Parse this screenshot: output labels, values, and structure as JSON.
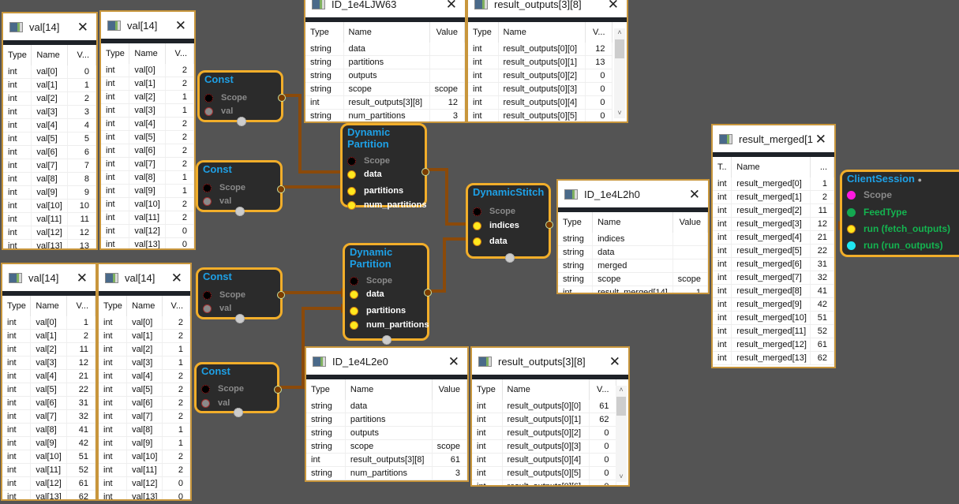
{
  "panels": {
    "val_a": {
      "title": "val[14]",
      "headers": [
        "Type",
        "Name",
        "V..."
      ],
      "rows": [
        [
          "int",
          "val[0]",
          "0"
        ],
        [
          "int",
          "val[1]",
          "1"
        ],
        [
          "int",
          "val[2]",
          "2"
        ],
        [
          "int",
          "val[3]",
          "3"
        ],
        [
          "int",
          "val[4]",
          "4"
        ],
        [
          "int",
          "val[5]",
          "5"
        ],
        [
          "int",
          "val[6]",
          "6"
        ],
        [
          "int",
          "val[7]",
          "7"
        ],
        [
          "int",
          "val[8]",
          "8"
        ],
        [
          "int",
          "val[9]",
          "9"
        ],
        [
          "int",
          "val[10]",
          "10"
        ],
        [
          "int",
          "val[11]",
          "11"
        ],
        [
          "int",
          "val[12]",
          "12"
        ],
        [
          "int",
          "val[13]",
          "13"
        ]
      ]
    },
    "val_b": {
      "title": "val[14]",
      "headers": [
        "Type",
        "Name",
        "V..."
      ],
      "rows": [
        [
          "int",
          "val[0]",
          "2"
        ],
        [
          "int",
          "val[1]",
          "2"
        ],
        [
          "int",
          "val[2]",
          "1"
        ],
        [
          "int",
          "val[3]",
          "1"
        ],
        [
          "int",
          "val[4]",
          "2"
        ],
        [
          "int",
          "val[5]",
          "2"
        ],
        [
          "int",
          "val[6]",
          "2"
        ],
        [
          "int",
          "val[7]",
          "2"
        ],
        [
          "int",
          "val[8]",
          "1"
        ],
        [
          "int",
          "val[9]",
          "1"
        ],
        [
          "int",
          "val[10]",
          "2"
        ],
        [
          "int",
          "val[11]",
          "2"
        ],
        [
          "int",
          "val[12]",
          "0"
        ],
        [
          "int",
          "val[13]",
          "0"
        ]
      ]
    },
    "val_c": {
      "title": "val[14]",
      "headers": [
        "Type",
        "Name",
        "V..."
      ],
      "rows": [
        [
          "int",
          "val[0]",
          "1"
        ],
        [
          "int",
          "val[1]",
          "2"
        ],
        [
          "int",
          "val[2]",
          "11"
        ],
        [
          "int",
          "val[3]",
          "12"
        ],
        [
          "int",
          "val[4]",
          "21"
        ],
        [
          "int",
          "val[5]",
          "22"
        ],
        [
          "int",
          "val[6]",
          "31"
        ],
        [
          "int",
          "val[7]",
          "32"
        ],
        [
          "int",
          "val[8]",
          "41"
        ],
        [
          "int",
          "val[9]",
          "42"
        ],
        [
          "int",
          "val[10]",
          "51"
        ],
        [
          "int",
          "val[11]",
          "52"
        ],
        [
          "int",
          "val[12]",
          "61"
        ],
        [
          "int",
          "val[13]",
          "62"
        ]
      ]
    },
    "val_d": {
      "title": "val[14]",
      "headers": [
        "Type",
        "Name",
        "V..."
      ],
      "rows": [
        [
          "int",
          "val[0]",
          "2"
        ],
        [
          "int",
          "val[1]",
          "2"
        ],
        [
          "int",
          "val[2]",
          "1"
        ],
        [
          "int",
          "val[3]",
          "1"
        ],
        [
          "int",
          "val[4]",
          "2"
        ],
        [
          "int",
          "val[5]",
          "2"
        ],
        [
          "int",
          "val[6]",
          "2"
        ],
        [
          "int",
          "val[7]",
          "2"
        ],
        [
          "int",
          "val[8]",
          "1"
        ],
        [
          "int",
          "val[9]",
          "1"
        ],
        [
          "int",
          "val[10]",
          "2"
        ],
        [
          "int",
          "val[11]",
          "2"
        ],
        [
          "int",
          "val[12]",
          "0"
        ],
        [
          "int",
          "val[13]",
          "0"
        ]
      ]
    },
    "id_top": {
      "title": "ID_1e4LJW63",
      "headers": [
        "Type",
        "Name",
        "Value"
      ],
      "rows": [
        [
          "string",
          "data",
          ""
        ],
        [
          "string",
          "partitions",
          ""
        ],
        [
          "string",
          "outputs",
          ""
        ],
        [
          "string",
          "scope",
          "scope"
        ],
        [
          "int",
          "result_outputs[3][8]",
          "12"
        ],
        [
          "string",
          "num_partitions",
          "3"
        ]
      ]
    },
    "outputs_top": {
      "title": "result_outputs[3][8]",
      "headers": [
        "Type",
        "Name",
        "V..."
      ],
      "rows": [
        [
          "int",
          "result_outputs[0][0]",
          "12"
        ],
        [
          "int",
          "result_outputs[0][1]",
          "13"
        ],
        [
          "int",
          "result_outputs[0][2]",
          "0"
        ],
        [
          "int",
          "result_outputs[0][3]",
          "0"
        ],
        [
          "int",
          "result_outputs[0][4]",
          "0"
        ],
        [
          "int",
          "result_outputs[0][5]",
          "0"
        ]
      ]
    },
    "id_stitch": {
      "title": "ID_1e4L2h0",
      "headers": [
        "Type",
        "Name",
        "Value"
      ],
      "rows": [
        [
          "string",
          "indices",
          ""
        ],
        [
          "string",
          "data",
          ""
        ],
        [
          "string",
          "merged",
          ""
        ],
        [
          "string",
          "scope",
          "scope"
        ],
        [
          "int",
          "result_merged[14]",
          "1"
        ]
      ]
    },
    "merged": {
      "title": "result_merged[1...",
      "headers": [
        "T..",
        "Name",
        "..."
      ],
      "rows": [
        [
          "int",
          "result_merged[0]",
          "1"
        ],
        [
          "int",
          "result_merged[1]",
          "2"
        ],
        [
          "int",
          "result_merged[2]",
          "11"
        ],
        [
          "int",
          "result_merged[3]",
          "12"
        ],
        [
          "int",
          "result_merged[4]",
          "21"
        ],
        [
          "int",
          "result_merged[5]",
          "22"
        ],
        [
          "int",
          "result_merged[6]",
          "31"
        ],
        [
          "int",
          "result_merged[7]",
          "32"
        ],
        [
          "int",
          "result_merged[8]",
          "41"
        ],
        [
          "int",
          "result_merged[9]",
          "42"
        ],
        [
          "int",
          "result_merged[10]",
          "51"
        ],
        [
          "int",
          "result_merged[11]",
          "52"
        ],
        [
          "int",
          "result_merged[12]",
          "61"
        ],
        [
          "int",
          "result_merged[13]",
          "62"
        ]
      ]
    },
    "id_bottom": {
      "title": "ID_1e4L2e0",
      "headers": [
        "Type",
        "Name",
        "Value"
      ],
      "rows": [
        [
          "string",
          "data",
          ""
        ],
        [
          "string",
          "partitions",
          ""
        ],
        [
          "string",
          "outputs",
          ""
        ],
        [
          "string",
          "scope",
          "scope"
        ],
        [
          "int",
          "result_outputs[3][8]",
          "61"
        ],
        [
          "string",
          "num_partitions",
          "3"
        ]
      ]
    },
    "outputs_bottom": {
      "title": "result_outputs[3][8]",
      "headers": [
        "Type",
        "Name",
        "V..."
      ],
      "rows": [
        [
          "int",
          "result_outputs[0][0]",
          "61"
        ],
        [
          "int",
          "result_outputs[0][1]",
          "62"
        ],
        [
          "int",
          "result_outputs[0][2]",
          "0"
        ],
        [
          "int",
          "result_outputs[0][3]",
          "0"
        ],
        [
          "int",
          "result_outputs[0][4]",
          "0"
        ],
        [
          "int",
          "result_outputs[0][5]",
          "0"
        ],
        [
          "int",
          "result_outputs[0][6]",
          "0"
        ]
      ]
    }
  },
  "nodes": {
    "const1": {
      "title": "Const",
      "pins": [
        "Scope",
        "val"
      ]
    },
    "const2": {
      "title": "Const",
      "pins": [
        "Scope",
        "val"
      ]
    },
    "const3": {
      "title": "Const",
      "pins": [
        "Scope",
        "val"
      ]
    },
    "const4": {
      "title": "Const",
      "pins": [
        "Scope",
        "val"
      ]
    },
    "partition1": {
      "title": "Dynamic Partition",
      "pins": [
        "Scope",
        "data",
        "partitions",
        "num_partitions"
      ]
    },
    "partition2": {
      "title": "Dynamic Partition",
      "pins": [
        "Scope",
        "data",
        "partitions",
        "num_partitions"
      ]
    },
    "stitch": {
      "title": "DynamicStitch",
      "pins": [
        "Scope",
        "indices",
        "data"
      ]
    },
    "session": {
      "title": "ClientSession",
      "pins": [
        "Scope",
        "FeedType",
        "run (fetch_outputs)",
        "run (run_outputs)"
      ]
    }
  },
  "colors": {
    "canvas": "#545454",
    "node_border": "#f2ae2a",
    "node_title": "#1ea0e6",
    "wire": "#8b4a0a",
    "panel_border": "#c8963c"
  }
}
